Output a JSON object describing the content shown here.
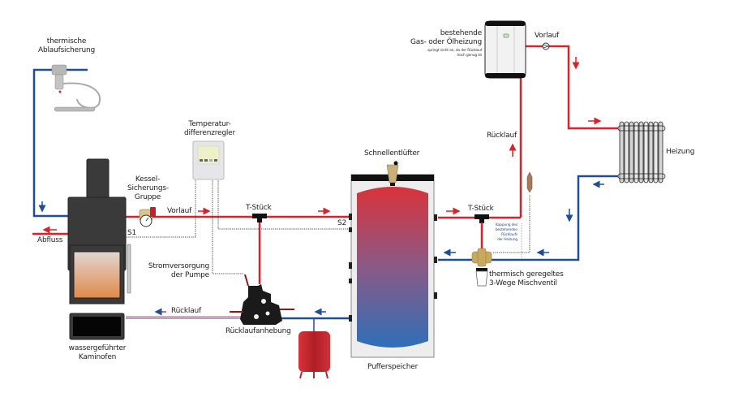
{
  "title": "Wassergeführter Kaminofen mit Pufferspeicher und bestehender Gas- oder Ölheizung",
  "colors": {
    "flow": "#d8232a",
    "return": "#1f4e96",
    "mixed_return_top": "#e8a0a8",
    "mixed_return_bottom": "#7a8ec8",
    "stove": "#3a3a3a",
    "tank_top": "#d8333a",
    "tank_bottom": "#2f6fb8",
    "expansion_vessel": "#c0232b",
    "brass": "#c9b07a",
    "sensor_line": "#444444"
  },
  "labels": {
    "thermal_safety": [
      "thermische",
      "Ablaufsicherung"
    ],
    "controller": [
      "Temperatur-",
      "differenzregler"
    ],
    "boiler_safety": [
      "Kessel-",
      "Sicherungs-",
      "Gruppe"
    ],
    "vorlauf_left": "Vorlauf",
    "t_piece_left": "T-Stück",
    "s1": "S1",
    "s2": "S2",
    "abfluss": "Abfluss",
    "pump_power": [
      "Stromversorgung",
      "der Pumpe"
    ],
    "ruecklauf_bottom": "Rücklauf",
    "return_lift": "Rücklaufanhebung",
    "stove": [
      "wassergeführter",
      "Kaminofen"
    ],
    "air_vent": "Schnellentlüfter",
    "buffer": "Pufferspeicher",
    "existing_heater": [
      "bestehende",
      "Gas- oder Ölheizung"
    ],
    "existing_heater_note": [
      "springt nicht an, da der Rücklauf",
      "hoch genug ist"
    ],
    "vorlauf_right": "Vorlauf",
    "ruecklauf_right": "Rücklauf",
    "t_piece_right": "T-Stück",
    "heating": "Heizung",
    "decoupling_note": [
      "Kappung des",
      "bestehenden",
      "Rücklaufs",
      "der Heizung"
    ],
    "mixing_valve": [
      "thermisch geregeltes",
      "3-Wege Mischventil"
    ]
  },
  "icons": {
    "stove": "stove-icon",
    "buffer_tank": "buffer-tank-icon",
    "controller": "controller-icon",
    "thermal_safety_valve": "thermal-safety-valve-icon",
    "boiler_safety_group": "pressure-gauge-icon",
    "pump_group": "pump-group-icon",
    "expansion_vessel": "expansion-vessel-icon",
    "air_vent": "air-vent-icon",
    "gas_boiler": "gas-boiler-icon",
    "circulation_pump": "circulation-pump-icon",
    "radiator": "radiator-icon",
    "mixing_valve": "mixing-valve-icon",
    "sensor": "sensor-icon"
  }
}
